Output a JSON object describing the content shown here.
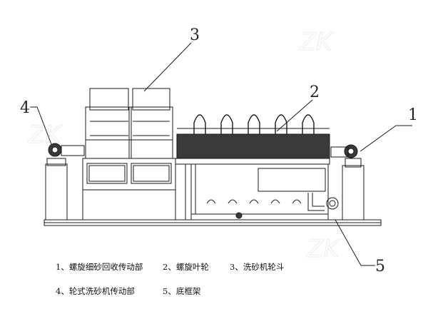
{
  "figure": {
    "callouts": [
      {
        "id": "1",
        "label": "1"
      },
      {
        "id": "2",
        "label": "2"
      },
      {
        "id": "3",
        "label": "3"
      },
      {
        "id": "4",
        "label": "4"
      },
      {
        "id": "5",
        "label": "5"
      }
    ],
    "legend": [
      "1、螺旋细砂回收传动部",
      "2、螺旋叶轮",
      "3、洗砂机轮斗",
      "4、轮式洗砂机传动部",
      "5、底框架"
    ],
    "colors": {
      "line": "#1a1a1a",
      "fill_dark": "#3a3a3a",
      "background": "#ffffff"
    }
  }
}
